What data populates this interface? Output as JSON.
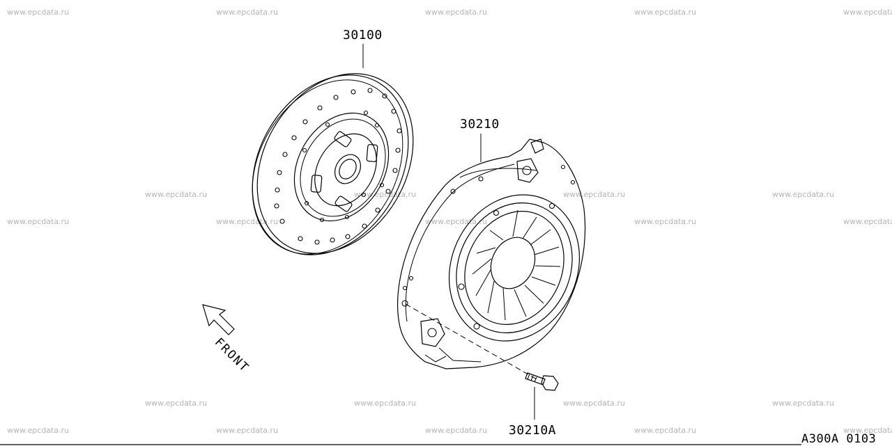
{
  "watermarks": [
    "www.epcdata.ru",
    "www.epcdata.ru",
    "www.epcdata.ru",
    "www.epcdata.ru",
    "www.epcdata.ru",
    "www.epcdata.ru",
    "www.epcdata.ru",
    "www.epcdata.ru",
    "www.epcdata.ru",
    "www.epcdata.ru",
    "www.epcdata.ru",
    "www.epcdata.ru",
    "www.epcdata.ru",
    "www.epcdata.ru",
    "www.epcdata.ru",
    "www.epcdata.ru",
    "www.epcdata.ru",
    "www.epcdata.ru",
    "www.epcdata.ru",
    "www.epcdata.ru",
    "www.epcdata.ru",
    "www.epcdata.ru",
    "www.epcdata.ru"
  ],
  "parts": {
    "clutch_disc": "30100",
    "clutch_cover": "30210",
    "cover_bolt": "30210A"
  },
  "front_label": "FRONT",
  "diagram_code": "A300A 0103"
}
